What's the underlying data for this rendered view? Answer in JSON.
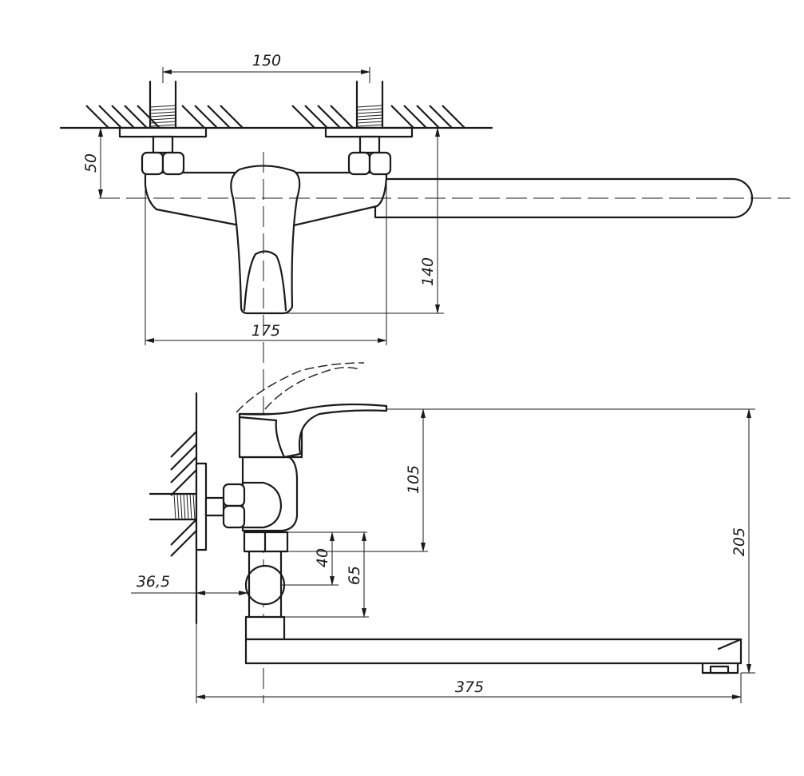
{
  "dimensions": {
    "mount_spacing": "150",
    "wall_to_axis": "50",
    "lever_depth": "140",
    "body_width": "175",
    "lever_height": "105",
    "total_height": "205",
    "upper_offset": "40",
    "lower_offset": "65",
    "wall_offset": "36,5",
    "spout_reach": "375"
  }
}
